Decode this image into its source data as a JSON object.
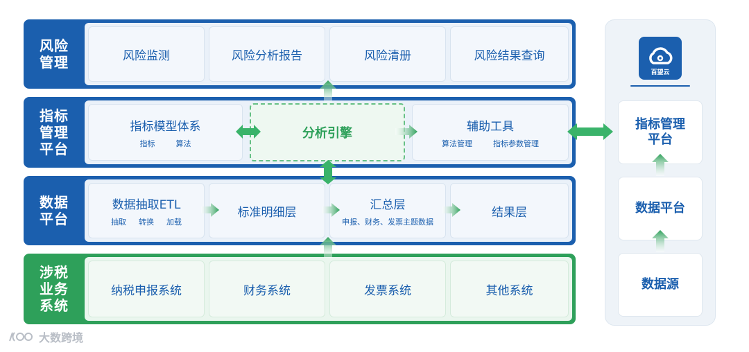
{
  "rows": {
    "risk": {
      "label": "风险\n管理",
      "items": [
        "风险监测",
        "风险分析报告",
        "风险清册",
        "风险结果查询"
      ]
    },
    "indicator": {
      "label": "指标\n管理\n平台",
      "model": {
        "title": "指标模型体系",
        "subs": [
          "指标",
          "算法"
        ]
      },
      "engine": "分析引擎",
      "tools": {
        "title": "辅助工具",
        "subs": [
          "算法管理",
          "指标参数管理"
        ]
      }
    },
    "data": {
      "label": "数据\n平台",
      "etl": {
        "title": "数据抽取ETL",
        "subs": [
          "抽取",
          "转换",
          "加载"
        ]
      },
      "detail": "标准明细层",
      "summary": {
        "title": "汇总层",
        "subs": [
          "申报、财务、发票主题数据"
        ]
      },
      "result": "结果层"
    },
    "tax": {
      "label": "涉税\n业务\n系统",
      "items": [
        "纳税申报系统",
        "财务系统",
        "发票系统",
        "其他系统"
      ]
    }
  },
  "side": {
    "logo_caption": "百望云",
    "boxes": [
      "指标管理\n平台",
      "数据平台",
      "数据源"
    ]
  },
  "watermark": "大数跨境",
  "colors": {
    "blue": "#1b5fae",
    "green": "#2ea05a",
    "arrow": "#3ab36a"
  }
}
